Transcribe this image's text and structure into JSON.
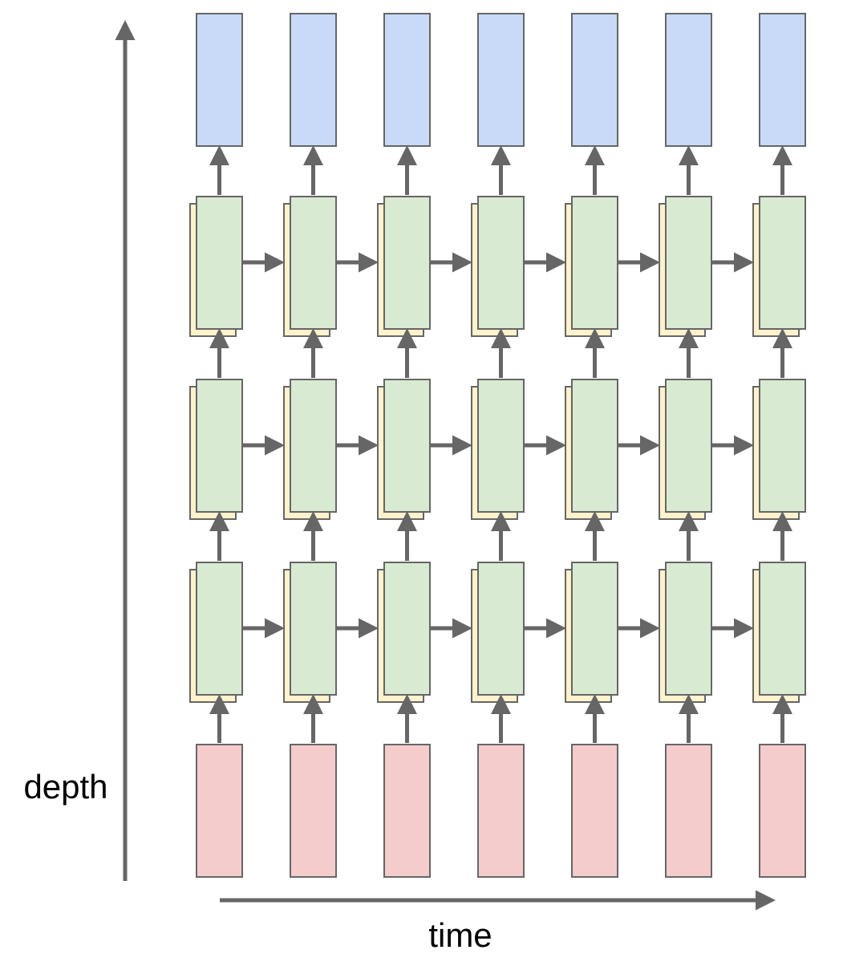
{
  "labels": {
    "depth": "depth",
    "time": "time"
  },
  "structure": {
    "time_steps": 7,
    "layers": [
      {
        "role": "output",
        "kind": "single"
      },
      {
        "role": "hidden",
        "kind": "stacked",
        "recurrent": true
      },
      {
        "role": "hidden",
        "kind": "stacked",
        "recurrent": true
      },
      {
        "role": "hidden",
        "kind": "stacked",
        "recurrent": true
      },
      {
        "role": "input",
        "kind": "single"
      }
    ]
  },
  "colors": {
    "output_fill": "#c9daf8",
    "hidden_fill": "#d9ead3",
    "hidden_back_fill": "#fff2cc",
    "input_fill": "#f4cccc",
    "stroke": "#666666",
    "arrow": "#666666"
  }
}
